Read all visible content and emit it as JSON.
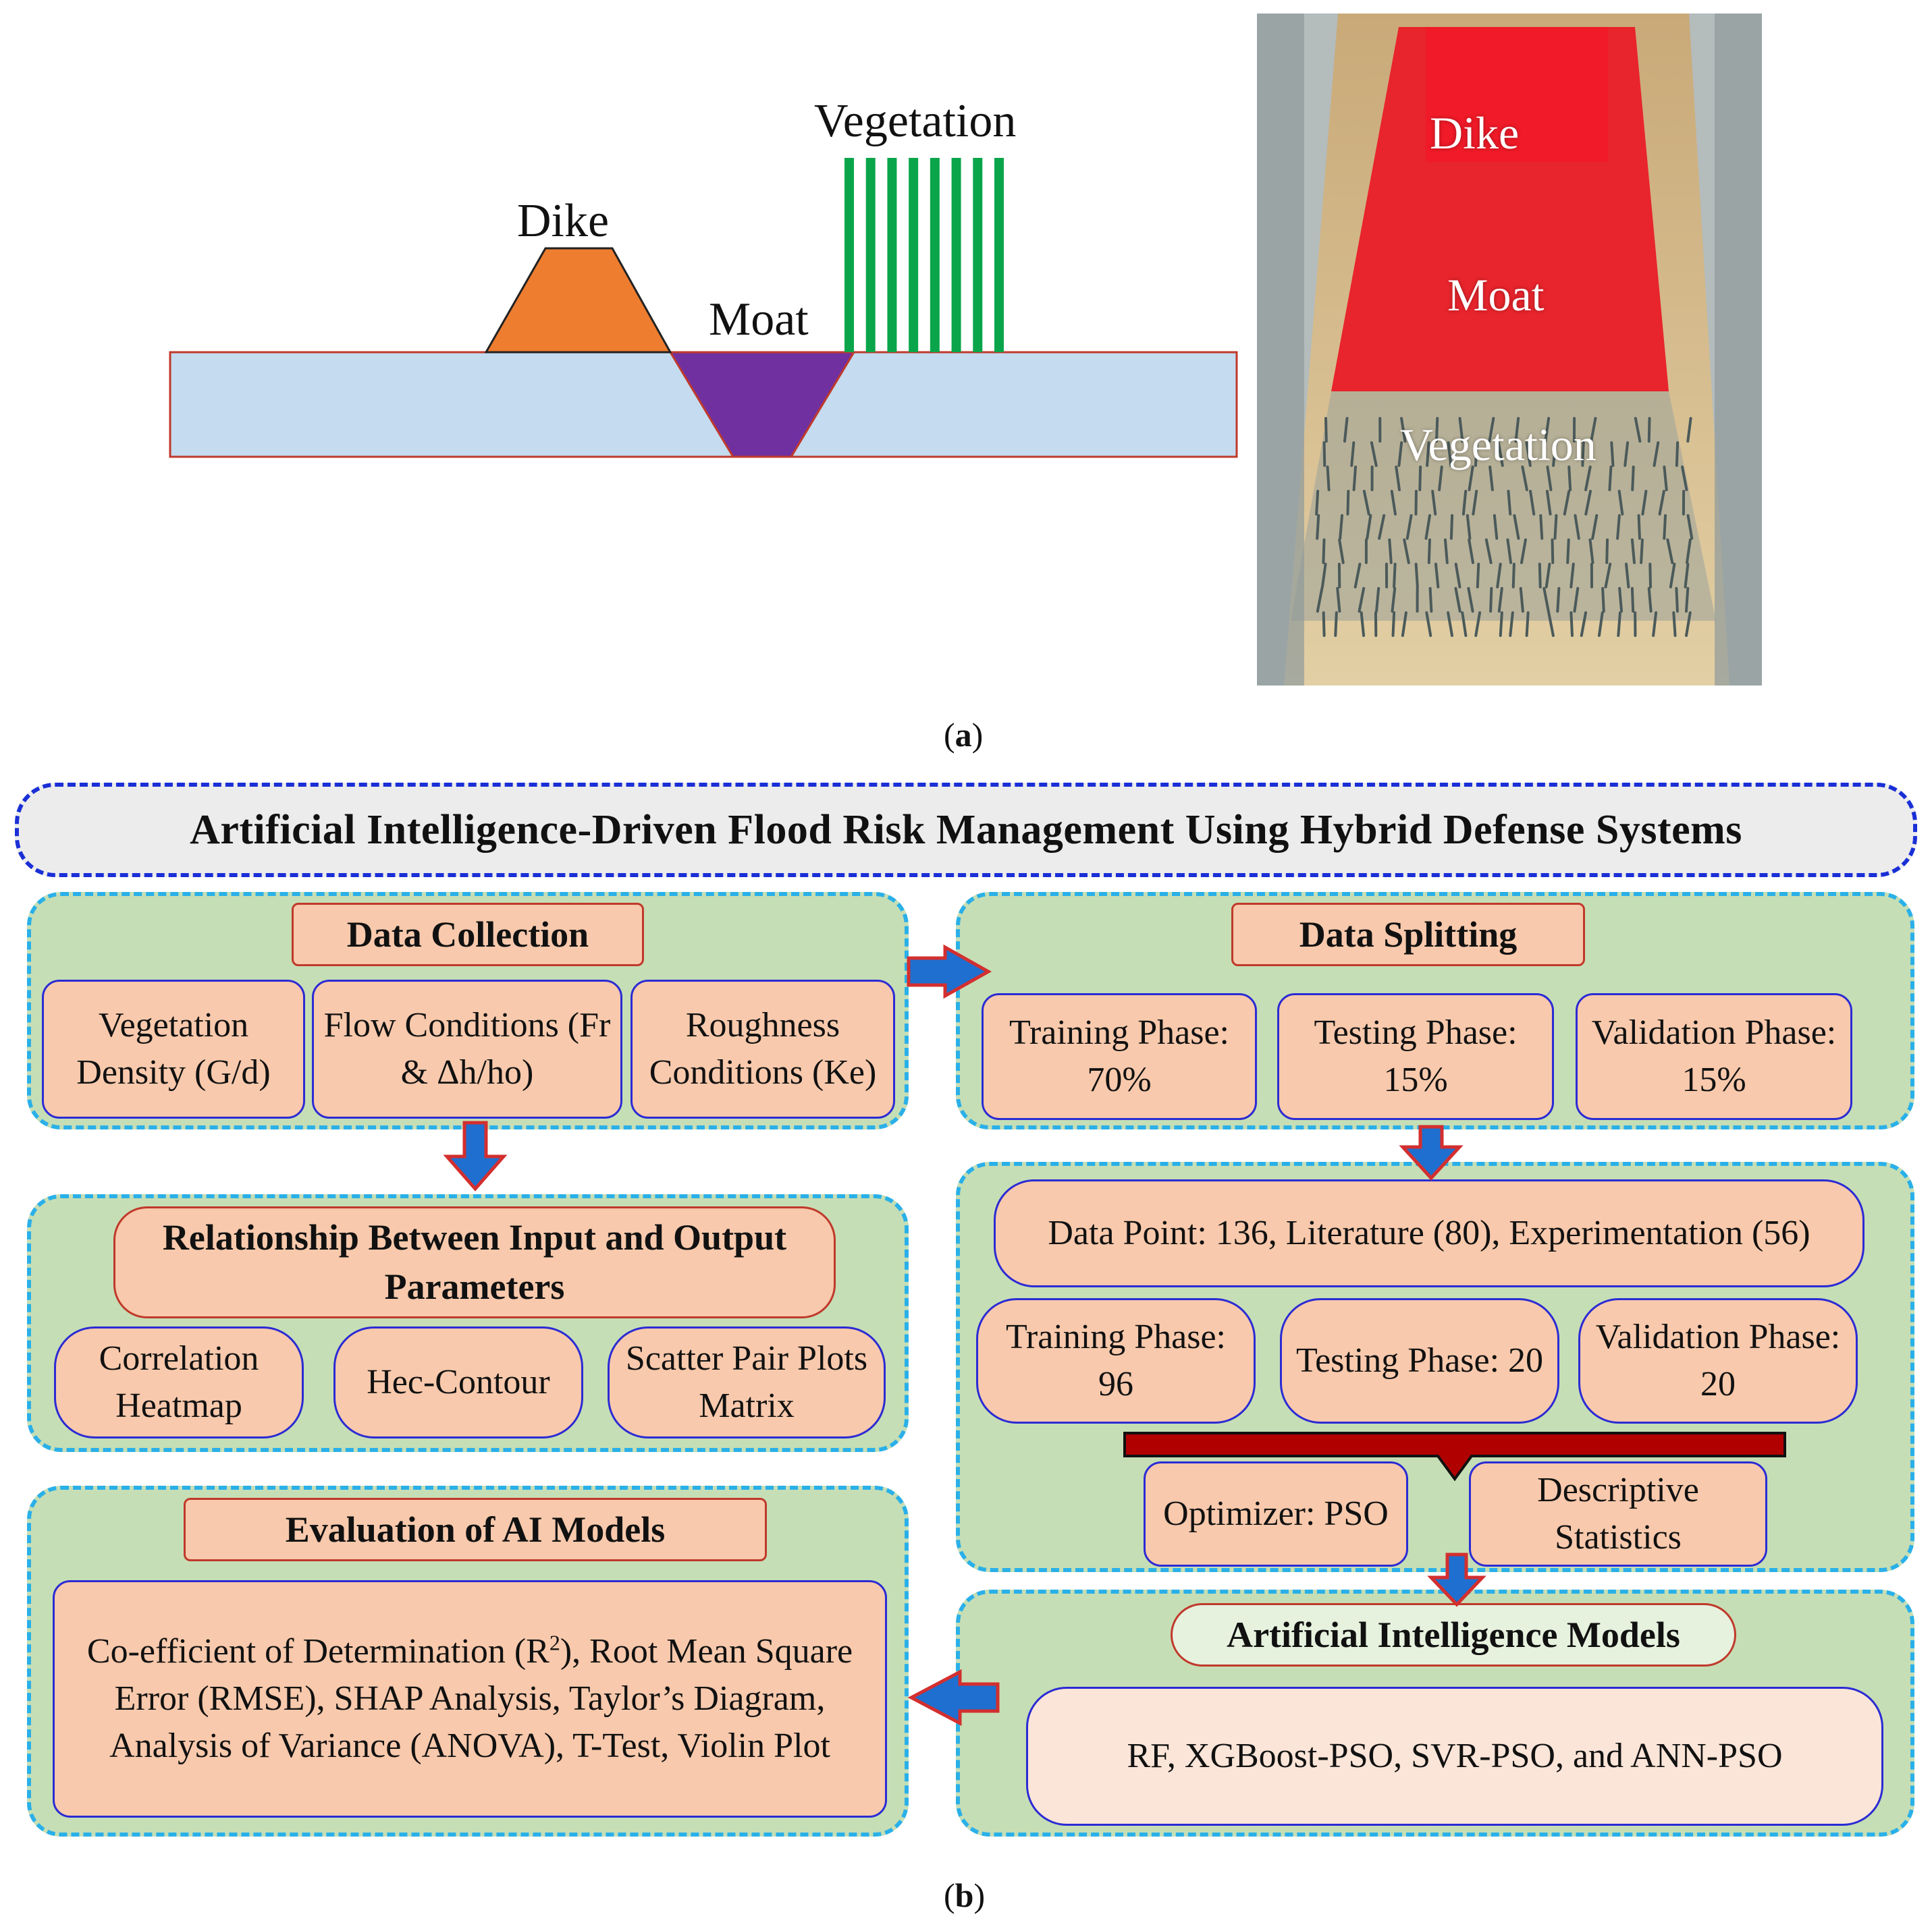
{
  "panel_a": {
    "caption": "a",
    "diagram": {
      "dike_label": "Dike",
      "moat_label": "Moat",
      "vegetation_label": "Vegetation",
      "colors": {
        "ground": "#c5dbef",
        "ground_border": "#c0392b",
        "dike": "#ee7d30",
        "moat": "#7030a0",
        "vegetation": "#0aa54a"
      },
      "vegetation_stem_count": 8
    },
    "photo": {
      "dike_label": "Dike",
      "moat_label": "Moat",
      "vegetation_label": "Vegetation"
    }
  },
  "panel_b": {
    "caption": "b",
    "title": "Artificial Intelligence-Driven Flood Risk Management Using Hybrid Defense Systems",
    "data_collection": {
      "header": "Data Collection",
      "items": [
        "Vegetation Density (G/d)",
        "Flow Conditions (Fr & Δh/ho)",
        "Roughness Conditions (Ke)"
      ]
    },
    "data_splitting": {
      "header": "Data Splitting",
      "items": [
        "Training Phase: 70%",
        "Testing Phase: 15%",
        "Validation Phase: 15%"
      ]
    },
    "relationship": {
      "header": "Relationship Between Input and Output Parameters",
      "items": [
        "Correlation Heatmap",
        "Hec-Contour",
        "Scatter Pair Plots Matrix"
      ]
    },
    "data_points": {
      "summary": "Data Point: 136, Literature (80), Experimentation (56)",
      "items": [
        "Training Phase: 96",
        "Testing Phase: 20",
        "Validation Phase: 20"
      ],
      "optimizer": "Optimizer: PSO",
      "descriptive": "Descriptive Statistics"
    },
    "evaluation": {
      "header": "Evaluation of AI Models",
      "body_pre": "Co-efficient of Determination (R",
      "body_sup": "2",
      "body_post": "), Root Mean Square Error (RMSE), SHAP Analysis, Taylor’s Diagram, Analysis of Variance (ANOVA), T-Test, Violin Plot"
    },
    "ai_models": {
      "header": "Artificial Intelligence Models",
      "body": "RF, XGBoost-PSO, SVR-PSO, and ANN-PSO"
    },
    "colors": {
      "arrow_fill": "#1f6fd0",
      "arrow_border": "#d32f2f",
      "group_bg": "#c6deb5",
      "group_border": "#2ab0e8",
      "title_border": "#1a2fd6",
      "cell_bg": "#f8c9ac",
      "bracket": "#b00000"
    }
  }
}
